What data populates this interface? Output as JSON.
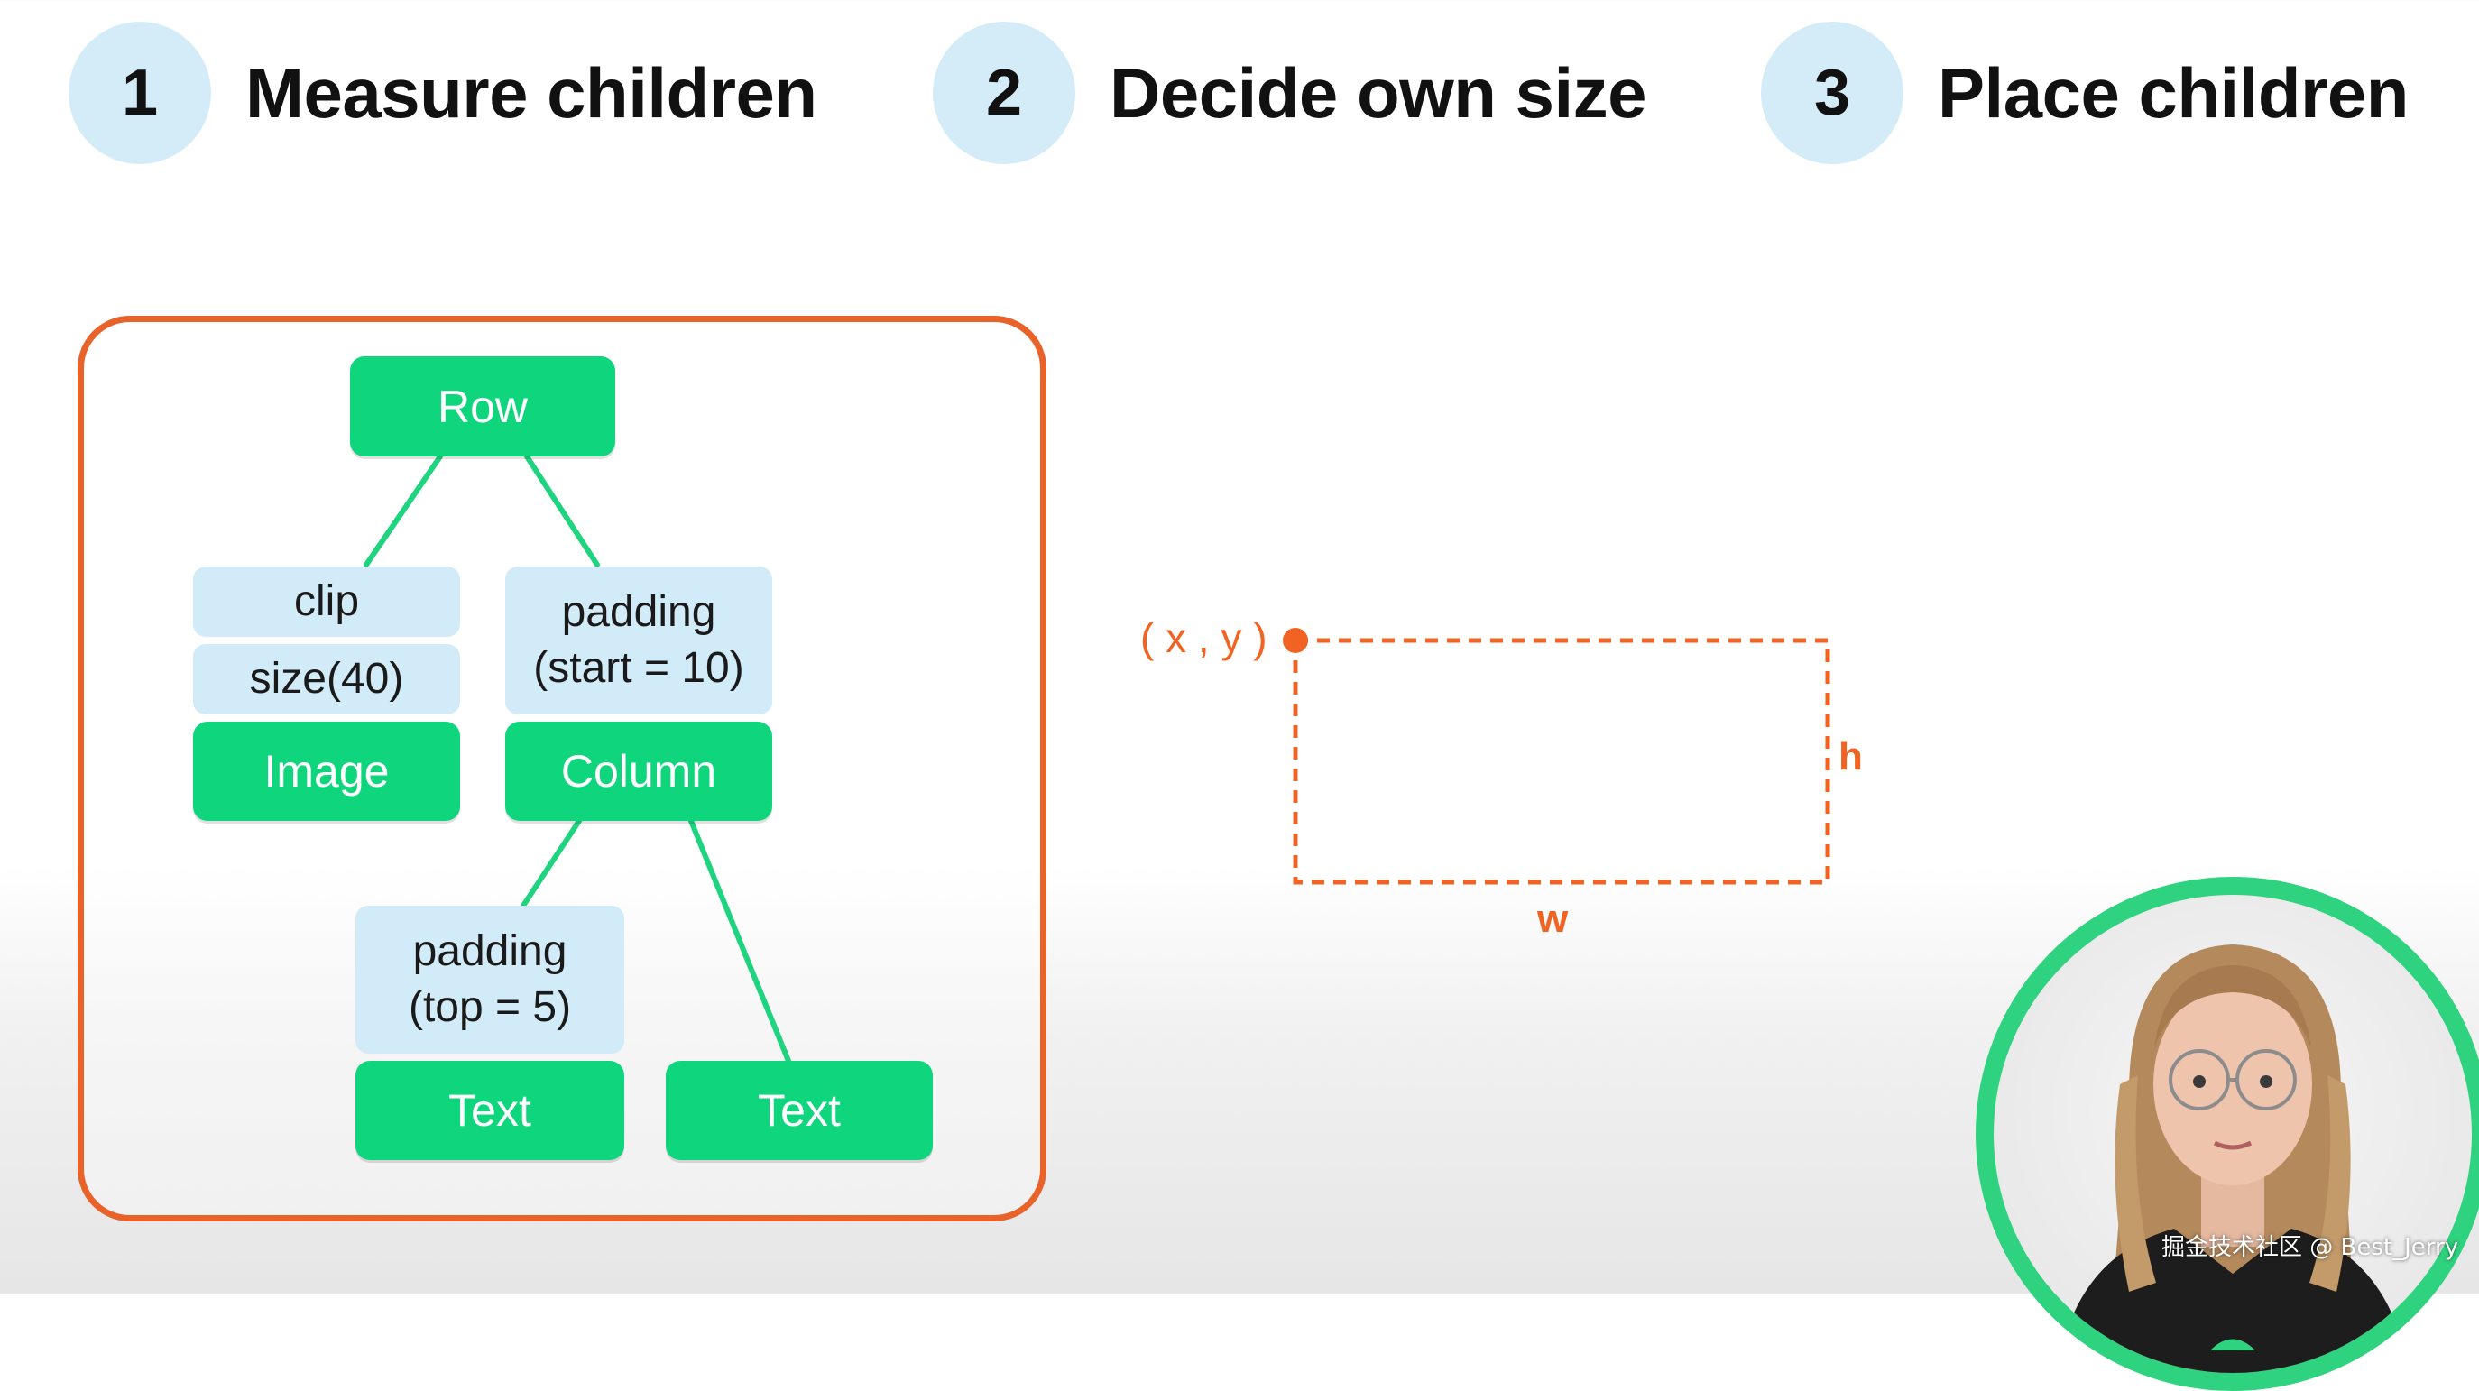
{
  "steps": [
    {
      "number": "1",
      "label": "Measure children"
    },
    {
      "number": "2",
      "label": "Decide own size"
    },
    {
      "number": "3",
      "label": "Place children"
    }
  ],
  "tree": {
    "row": "Row",
    "clip": "clip",
    "size": "size(40)",
    "image": "Image",
    "padding_start_line1": "padding",
    "padding_start_line2": "(start = 10)",
    "column": "Column",
    "padding_top_line1": "padding",
    "padding_top_line2": "(top = 5)",
    "text_left": "Text",
    "text_right": "Text"
  },
  "placement": {
    "coord_label": "( x , y )",
    "width_label": "w",
    "height_label": "h"
  },
  "watermark": "掘金技术社区 @ Best_Jerry",
  "colors": {
    "accent_orange": "#e8622a",
    "layout_green": "#0fd67c",
    "modifier_blue": "#d2ebf8",
    "step_circle": "#d4ecf8",
    "presenter_ring": "#2fd27e"
  }
}
